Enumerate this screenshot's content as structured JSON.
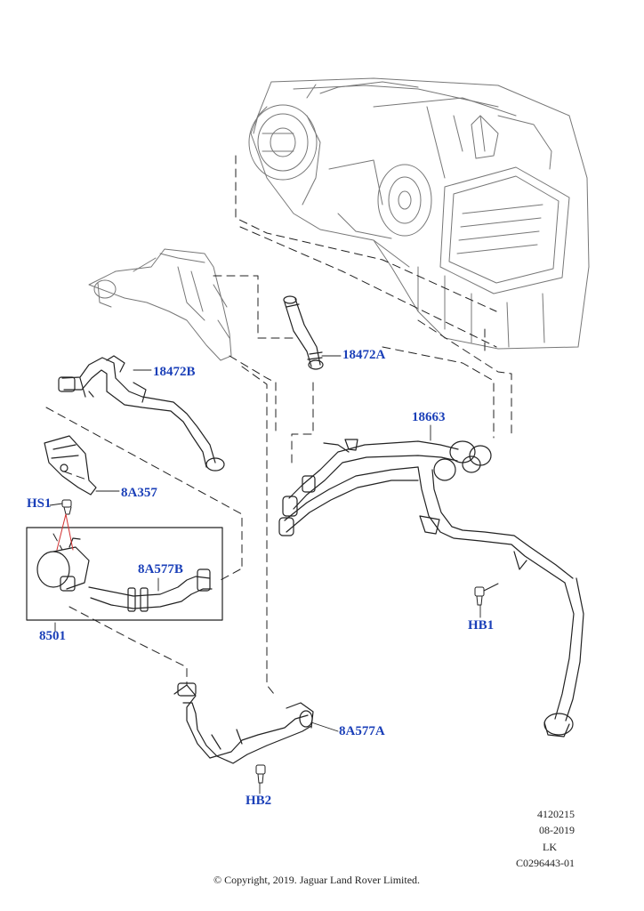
{
  "callouts": {
    "c18472a": "18472A",
    "c18472b": "18472B",
    "c18663": "18663",
    "c8a357": "8A357",
    "hs1": "HS1",
    "c8a577b": "8A577B",
    "c8501": "8501",
    "hb1": "HB1",
    "c8a577a": "8A577A",
    "hb2": "HB2"
  },
  "footer": {
    "ref": "4120215",
    "date": "08-2019",
    "initials": "LK",
    "code": "C0296443-01",
    "copyright": "© Copyright, 2019. Jaguar Land Rover Limited."
  },
  "colors": {
    "callout": "#1a3fb8",
    "line": "#222222",
    "accent_line": "#d23030"
  }
}
